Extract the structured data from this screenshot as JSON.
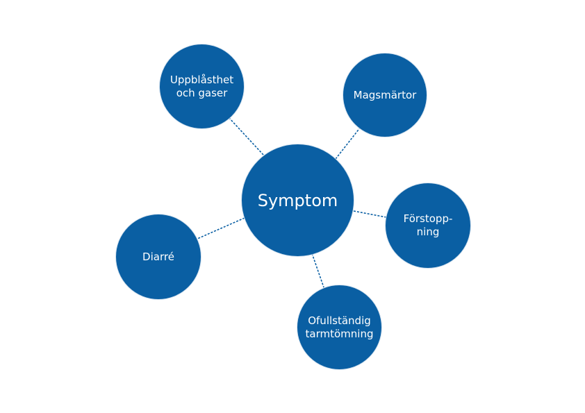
{
  "colors": {
    "node_fill": "#0a5fa3",
    "connector": "#0a5fa3",
    "text": "#ffffff",
    "background": "#ffffff"
  },
  "diagram": {
    "center": {
      "label": "Symptom"
    },
    "nodes": [
      {
        "id": "bloating",
        "label": "Uppblåsthet\noch gaser"
      },
      {
        "id": "stomach-pain",
        "label": "Magsmärtor"
      },
      {
        "id": "constipation",
        "label": "Förstopp-\nning"
      },
      {
        "id": "incomplete-emptying",
        "label": "Ofullständig\ntarmtömning"
      },
      {
        "id": "diarrhea",
        "label": "Diarré"
      }
    ]
  }
}
